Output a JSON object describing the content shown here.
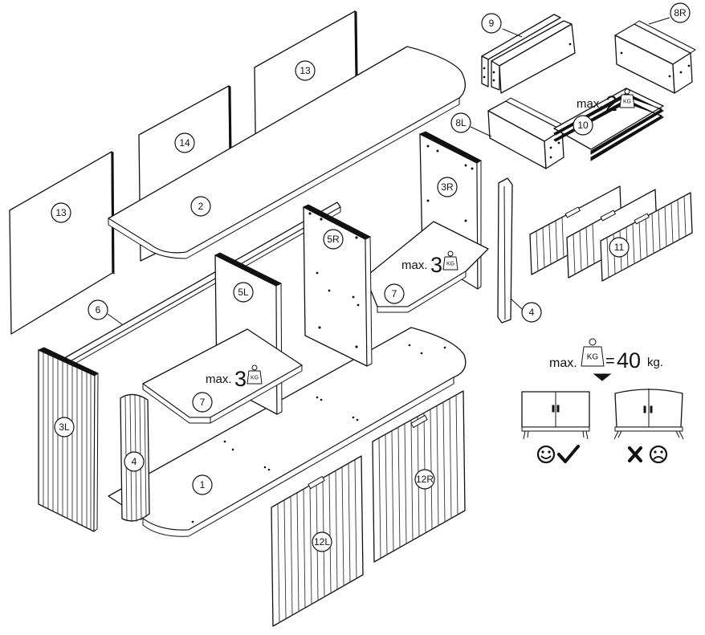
{
  "parts": {
    "p13a": "13",
    "p13b": "13",
    "p14": "14",
    "p2": "2",
    "p6": "6",
    "p3l": "3L",
    "p4a": "4",
    "p1": "1",
    "p5l": "5L",
    "p5r": "5R",
    "p7a": "7",
    "p7b": "7",
    "p3r": "3R",
    "p4b": "4",
    "p12l": "12L",
    "p12r": "12R",
    "p9": "9",
    "p8r": "8R",
    "p8l": "8L",
    "p10": "10",
    "p11": "11"
  },
  "loads": {
    "max_prefix": "max.",
    "shelf_left_value": "3",
    "shelf_right_value": "3",
    "drawer_value": "2",
    "kg_badge": "KG",
    "total_prefix": "max.",
    "total_eq": "=",
    "total_value": "40",
    "total_unit": "kg."
  },
  "icons": {
    "ok": "happy-face-icon",
    "check": "check-mark-icon",
    "cross": "cross-mark-icon",
    "bad": "sad-face-icon"
  }
}
